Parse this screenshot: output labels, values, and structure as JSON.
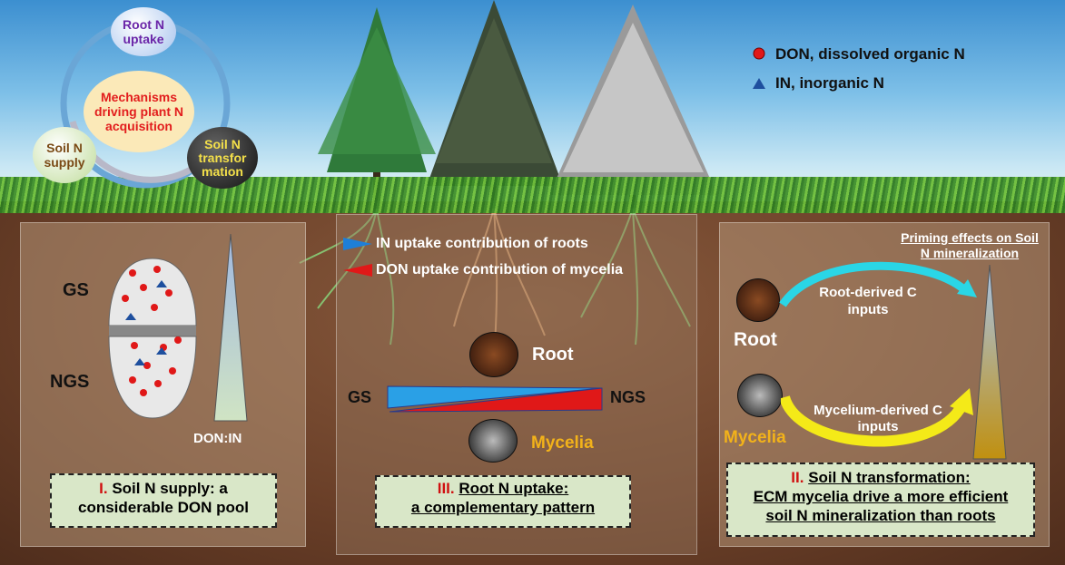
{
  "legend": {
    "don": "DON, dissolved organic N",
    "in": "IN, inorganic N"
  },
  "cycle": {
    "root_uptake": "Root N uptake",
    "center": "Mechanisms driving plant N acquisition",
    "soil_supply": "Soil N supply",
    "soil_transformation": "Soil N transfor mation"
  },
  "panel1": {
    "gs": "GS",
    "ngs": "NGS",
    "ratio_label": "DON:IN",
    "box_num": "I.",
    "box_text": "Soil N supply: a considerable DON pool"
  },
  "panel2": {
    "legend_in": "IN uptake contribution of roots",
    "legend_don": "DON uptake contribution of mycelia",
    "root": "Root",
    "gs": "GS",
    "ngs": "NGS",
    "mycelia": "Mycelia",
    "box_num": "III.",
    "box_title": "Root N uptake:",
    "box_text": "a complementary pattern"
  },
  "panel3": {
    "title": "Priming effects on Soil N mineralization",
    "root": "Root",
    "root_arrow": "Root-derived C inputs",
    "mycelia": "Mycelia",
    "myc_arrow": "Mycelium-derived C inputs",
    "box_num": "II.",
    "box_title": "Soil N transformation:",
    "box_line2": "ECM mycelia drive a more efficient",
    "box_line3": "soil N mineralization than roots"
  },
  "colors": {
    "don_marker": "#e01818",
    "in_marker": "#1e4f9e",
    "mycelia_text": "#f2b21a"
  }
}
